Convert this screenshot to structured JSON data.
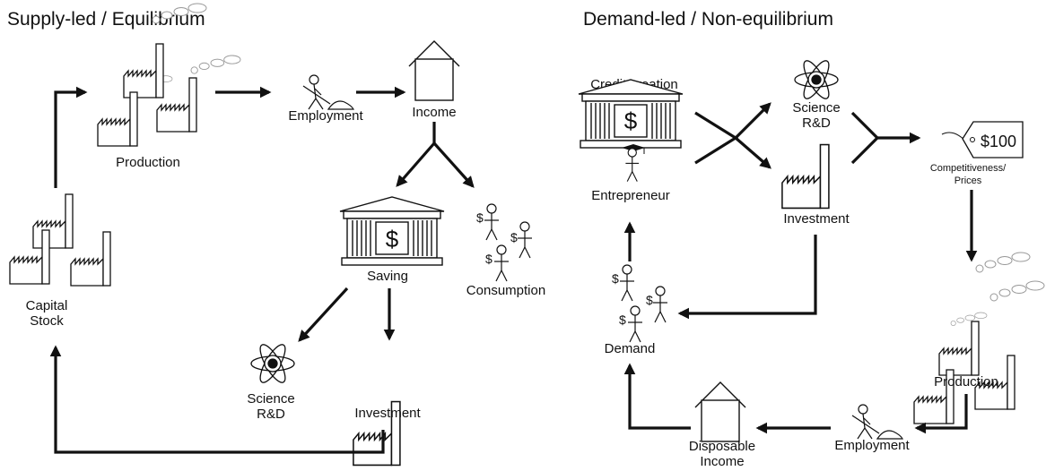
{
  "left": {
    "title": "Supply-led / Equilibrium",
    "labels": {
      "production": "Production",
      "employment": "Employment",
      "income": "Income",
      "saving": "Saving",
      "consumption": "Consumption",
      "capital_line1": "Capital",
      "capital_line2": "Stock",
      "science_line1": "Science",
      "science_line2": "R&D",
      "investment": "Investment"
    }
  },
  "right": {
    "title": "Demand-led / Non-equilibrium",
    "labels": {
      "credit_creation": "Credit creation",
      "entrepreneur": "Entrepreneur",
      "science_line1": "Science",
      "science_line2": "R&D",
      "investment": "Investment",
      "price_tag": "$100",
      "competitiveness_line1": "Competitiveness/",
      "competitiveness_line2": "Prices",
      "production": "Production",
      "demand": "Demand",
      "employment": "Employment",
      "disposable_line1": "Disposable",
      "disposable_line2": "Income"
    }
  },
  "symbols": {
    "dollar": "$"
  }
}
